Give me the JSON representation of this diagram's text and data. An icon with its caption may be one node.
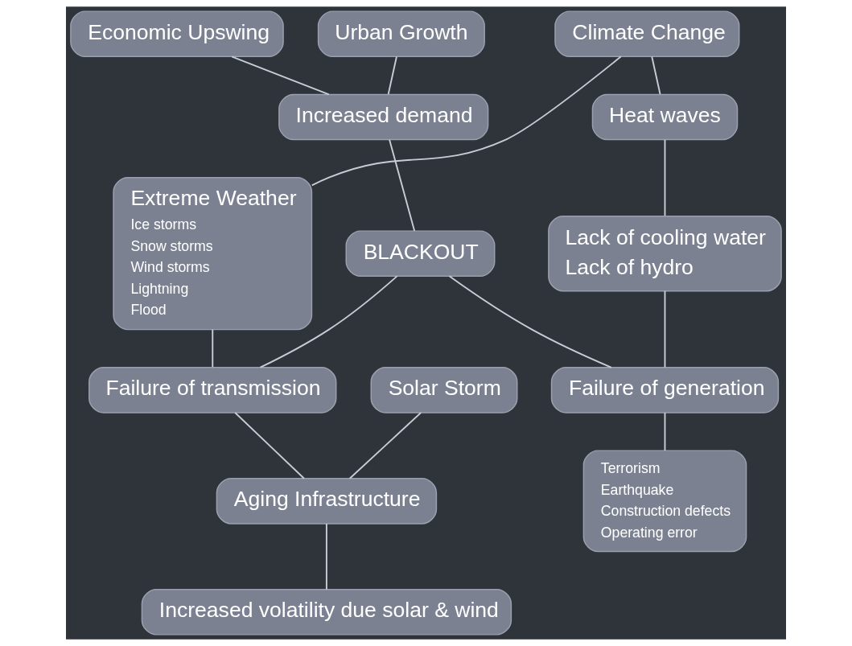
{
  "diagram": {
    "nodes": [
      {
        "text": [
          "Climate Change"
        ]
      },
      {
        "text": [
          "Economic Upswing"
        ]
      },
      {
        "text": [
          "Urban Growth"
        ]
      },
      {
        "text": [
          "Increased demand"
        ]
      },
      {
        "text": [
          "Heat waves"
        ]
      },
      {
        "text": [
          "Extreme Weather",
          "Ice storms",
          "Snow storms",
          "Wind storms",
          "Lightning",
          "Flood"
        ]
      },
      {
        "text": [
          "Lack of cooling water",
          "Lack of hydro"
        ]
      },
      {
        "text": [
          "BLACKOUT"
        ]
      },
      {
        "text": [
          "Failure of transmission"
        ]
      },
      {
        "text": [
          "Failure of generation"
        ]
      },
      {
        "text": [
          "Solar Storm"
        ]
      },
      {
        "text": [
          "Aging Infrastructure"
        ]
      },
      {
        "text": [
          "Terrorism",
          "Earthquake",
          "Construction defects",
          "Operating error"
        ]
      },
      {
        "text": [
          "Increased volatility due solar & wind"
        ]
      }
    ],
    "edges": [
      {
        "from": 0,
        "to": 5,
        "arrow": "none"
      },
      {
        "from": 0,
        "to": 4,
        "arrow": "none"
      },
      {
        "from": 1,
        "to": 3,
        "arrow": "none"
      },
      {
        "from": 2,
        "to": 3,
        "arrow": "none"
      },
      {
        "from": 3,
        "to": 7,
        "arrow": "none"
      },
      {
        "from": 4,
        "to": 6,
        "arrow": "none"
      },
      {
        "from": 7,
        "to": 8,
        "arrow": "none"
      },
      {
        "from": 7,
        "to": 9,
        "arrow": "none"
      },
      {
        "from": 5,
        "to": 8,
        "arrow": "none"
      },
      {
        "from": 6,
        "to": 9,
        "arrow": "none"
      },
      {
        "from": 9,
        "to": 12,
        "arrow": "none"
      },
      {
        "from": 8,
        "to": 11,
        "arrow": "none"
      },
      {
        "from": 10,
        "to": 11,
        "arrow": "none"
      },
      {
        "from": 11,
        "to": 13,
        "arrow": "none"
      }
    ]
  }
}
